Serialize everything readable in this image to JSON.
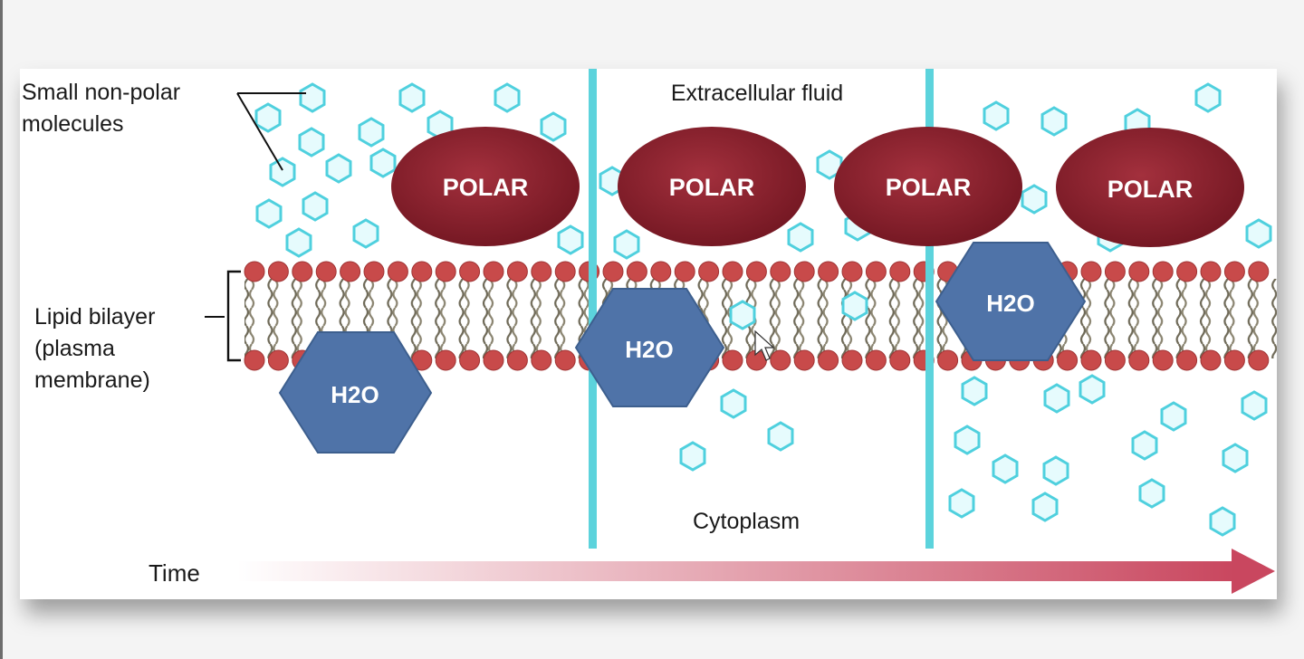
{
  "labels": {
    "nonpolar_line1": "Small non-polar",
    "nonpolar_line2": "molecules",
    "extracellular": "Extracellular fluid",
    "lipid_line1": "Lipid bilayer",
    "lipid_line2": "(plasma",
    "lipid_line3": "membrane)",
    "cytoplasm": "Cytoplasm",
    "time": "Time"
  },
  "polar_label": "POLAR",
  "water_label": "H2O",
  "colors": {
    "polar": "#7a1a25",
    "water": "#4f73a8",
    "nonpolar": "#4fd0de",
    "divider": "#5cd3dc",
    "lipid_head": "#c84a4a",
    "arrow": "#c9475f"
  },
  "panels": 3
}
